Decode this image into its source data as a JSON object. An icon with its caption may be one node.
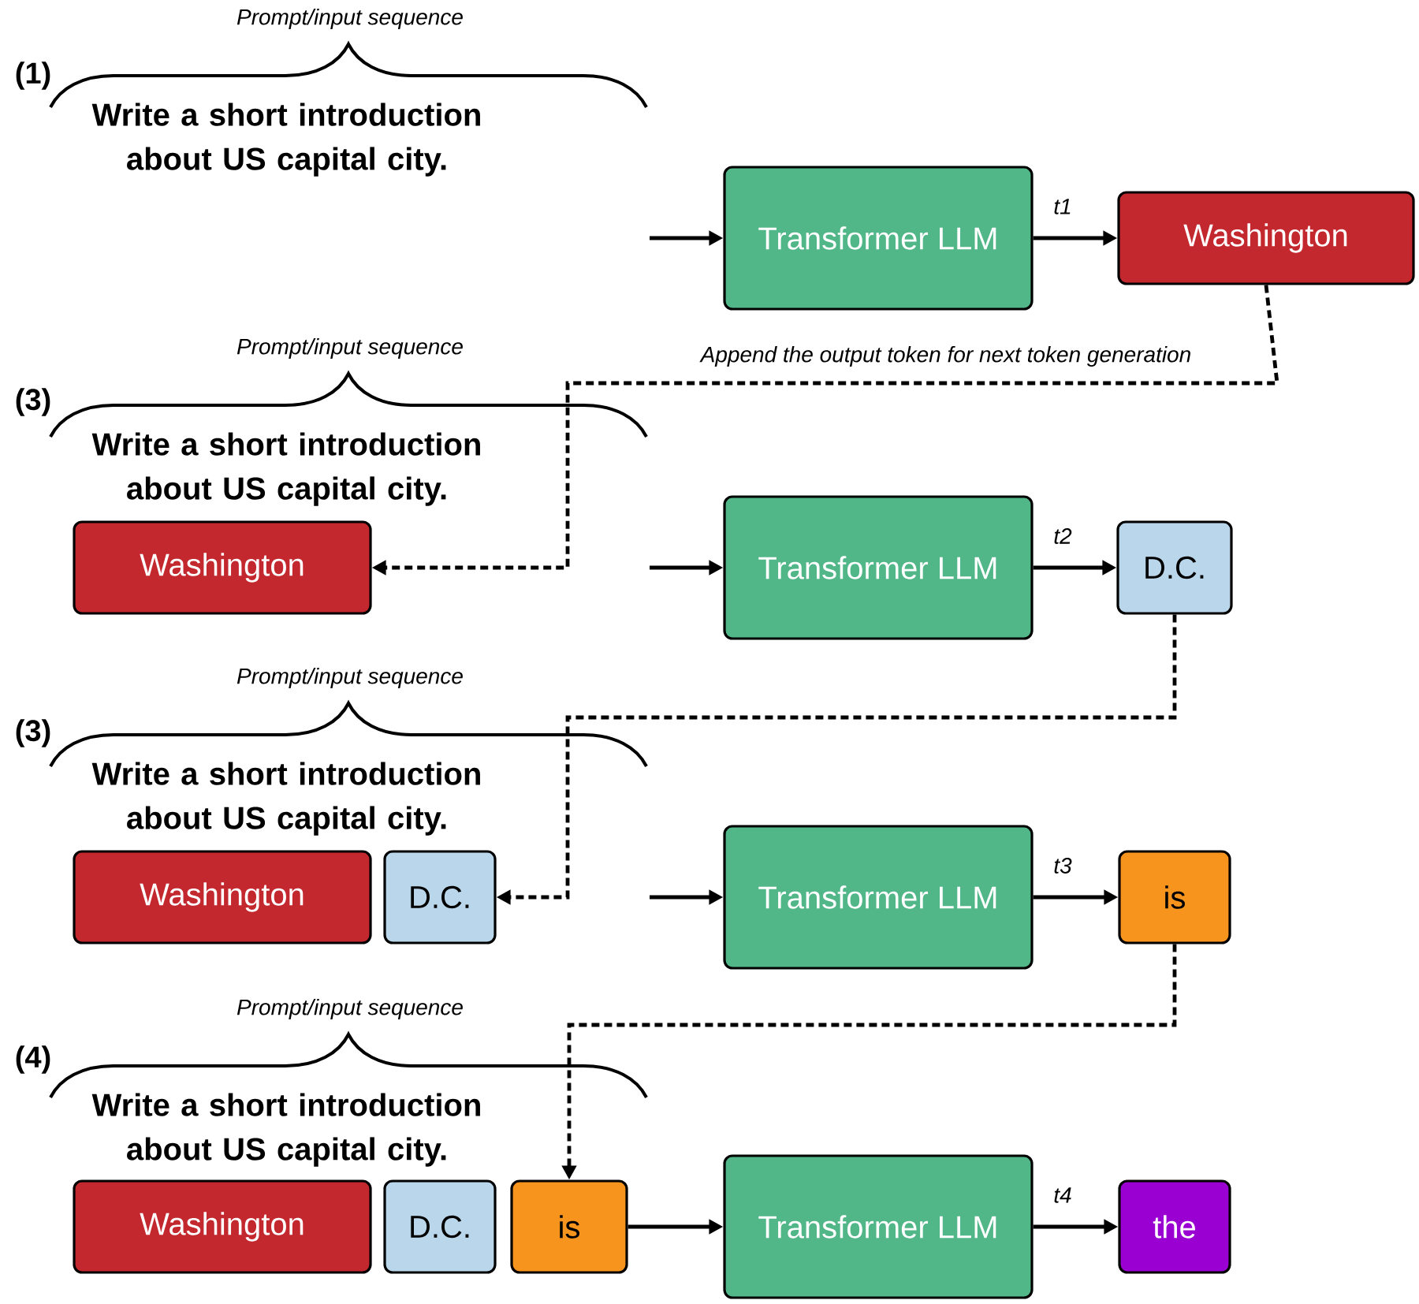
{
  "diagram": {
    "nodes": [
      {
        "text": [
          "Transformer LLM"
        ]
      },
      {
        "text": [
          "Washington"
        ]
      },
      {
        "text": [
          "Washington"
        ]
      },
      {
        "text": [
          "Transformer LLM"
        ]
      },
      {
        "text": [
          "D.C."
        ]
      },
      {
        "text": [
          "Washington"
        ]
      },
      {
        "text": [
          "D.C."
        ]
      },
      {
        "text": [
          "Transformer LLM"
        ]
      },
      {
        "text": [
          "is"
        ]
      },
      {
        "text": [
          "Washington"
        ]
      },
      {
        "text": [
          "D.C."
        ]
      },
      {
        "text": [
          "is"
        ]
      },
      {
        "text": [
          "Transformer LLM"
        ]
      },
      {
        "text": [
          "the"
        ]
      }
    ],
    "edges": [
      {
        "from": null,
        "to": 0,
        "arrow": "to"
      },
      {
        "from": 0,
        "to": 1,
        "arrow": "to",
        "label": "t1"
      },
      {
        "from": 1,
        "to": 2,
        "arrow": "to",
        "label": "Append the output token for next token generation",
        "style": "dashed"
      },
      {
        "from": null,
        "to": 3,
        "arrow": "to"
      },
      {
        "from": 3,
        "to": 4,
        "arrow": "to",
        "label": "t2"
      },
      {
        "from": 4,
        "to": 6,
        "arrow": "to",
        "style": "dashed"
      },
      {
        "from": null,
        "to": 7,
        "arrow": "to"
      },
      {
        "from": 7,
        "to": 8,
        "arrow": "to",
        "label": "t3"
      },
      {
        "from": 8,
        "to": 11,
        "arrow": "to",
        "style": "dashed"
      },
      {
        "from": 11,
        "to": 12,
        "arrow": "to"
      },
      {
        "from": 12,
        "to": 13,
        "arrow": "to",
        "label": "t4"
      }
    ],
    "labels": [
      "Prompt/input sequence",
      "(1)",
      "Write a short introduction about US capital city.",
      "Prompt/input sequence",
      "(3)",
      "Write a short introduction about US capital city.",
      "Prompt/input sequence",
      "(3)",
      "Write a short introduction about US capital city.",
      "Prompt/input sequence",
      "(4)",
      "Write a short introduction about US capital city."
    ]
  }
}
